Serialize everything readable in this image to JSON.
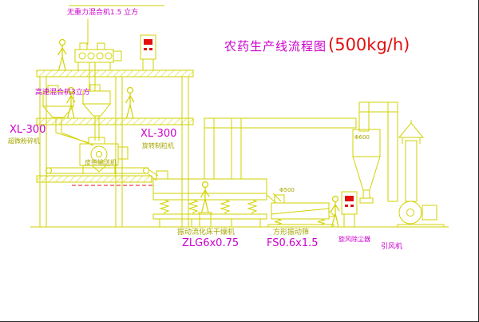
{
  "title": {
    "text": "农药生产线流程图",
    "capacity": "(500kg/h)"
  },
  "labels": {
    "gravity_mixer": "无重力混合机1.5 立方",
    "high_speed_mixer": "高速混合机3立方",
    "mill_model": "XL-300",
    "mill_name": "超微粉碎机",
    "granulator_model": "XL-300",
    "granulator_name": "旋转制粒机",
    "belt_conveyor": "皮带输送机",
    "dryer_name": "振动流化床干燥机",
    "dryer_model": "ZLG6x0.75",
    "sieve_name": "方形振动筛",
    "sieve_model": "FS0.6x1.5",
    "cyclone_name": "旋风除尘器",
    "fan_name": "引风机",
    "callout_sieve": "Φ500",
    "callout_cyclone": "Φ600"
  },
  "colors": {
    "line": "#d2d200",
    "label_yellow": "#a6a600",
    "magenta": "#cc00cc",
    "red_accent": "#e01010",
    "background": "#ffffff"
  }
}
